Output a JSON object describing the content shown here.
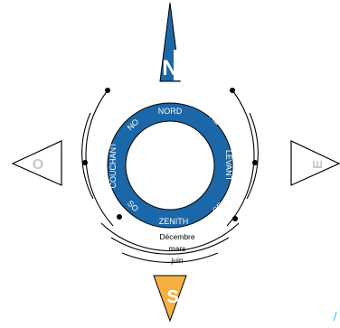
{
  "directions": {
    "nord": "NORD",
    "ne": "NE",
    "levant": "LEVANT",
    "se": "SE",
    "zenith": "ZENITH",
    "so": "SO",
    "couchant": "COUCHANT",
    "no": "NO"
  },
  "arrow_glyphs": {
    "north": "N",
    "east": "E",
    "south": "S",
    "west": "O"
  },
  "seasons": [
    "Décembre",
    "mars",
    "juin"
  ],
  "colors": {
    "ring": "#1c67a8",
    "north_arrow": "#1c67a8",
    "south_arrow": "#f5b041",
    "side_arrows": "#ffffff",
    "lines": "#000000",
    "corner_mark": "#33ccee"
  }
}
